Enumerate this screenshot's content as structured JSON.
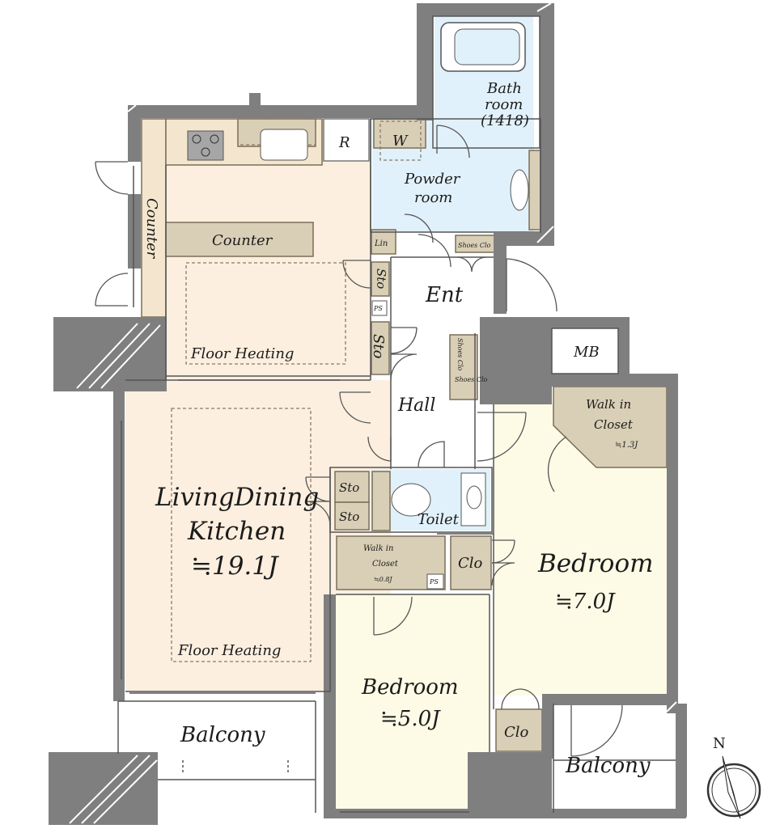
{
  "rooms": {
    "ldk_line1": "LivingDining",
    "ldk_line2": "Kitchen",
    "ldk_size": "≒19.1J",
    "floor_heating_kitchen": "Floor Heating",
    "floor_heating_living": "Floor Heating",
    "counter_island": "Counter",
    "counter_side": "Counter",
    "bath_line1": "Bath",
    "bath_line2": "room",
    "bath_line3": "(1418)",
    "powder_line1": "Powder",
    "powder_line2": "room",
    "washer": "W",
    "refrigerator": "R",
    "entrance": "Ent",
    "hall": "Hall",
    "toilet": "Toilet",
    "bedroom_large": "Bedroom",
    "bedroom_large_size": "≒7.0J",
    "bedroom_small": "Bedroom",
    "bedroom_small_size": "≒5.0J",
    "wic_large_line1": "Walk in",
    "wic_large_line2": "Closet",
    "wic_large_size": "≒1.3J",
    "wic_small_line1": "Walk in",
    "wic_small_line2": "Closet",
    "wic_small_size": "≒0.8J",
    "mb": "MB",
    "balcony_left": "Balcony",
    "balcony_right": "Balcony",
    "lin": "Lin",
    "sto_hall_1": "Sto",
    "sto_hall_2": "Sto",
    "sto_toilet_1": "Sto",
    "sto_toilet_2": "Sto",
    "clo_bedroom": "Clo",
    "clo_bedroom_small": "Clo",
    "shoes_clo_top": "Shoes Clo",
    "shoes_clo_mid_1": "Shoes Clo",
    "shoes_clo_mid_2": "Shoes Clo",
    "ps_hall": "PS",
    "ps_closet": "PS",
    "compass": "N"
  },
  "colors": {
    "ldk": "#fcefdf",
    "bedroom": "#fdfbe6",
    "wet_area": "#e1f1fb",
    "storage": "#d9cfb6",
    "wall": "#7f7f7f",
    "hall": "#ffffff"
  }
}
